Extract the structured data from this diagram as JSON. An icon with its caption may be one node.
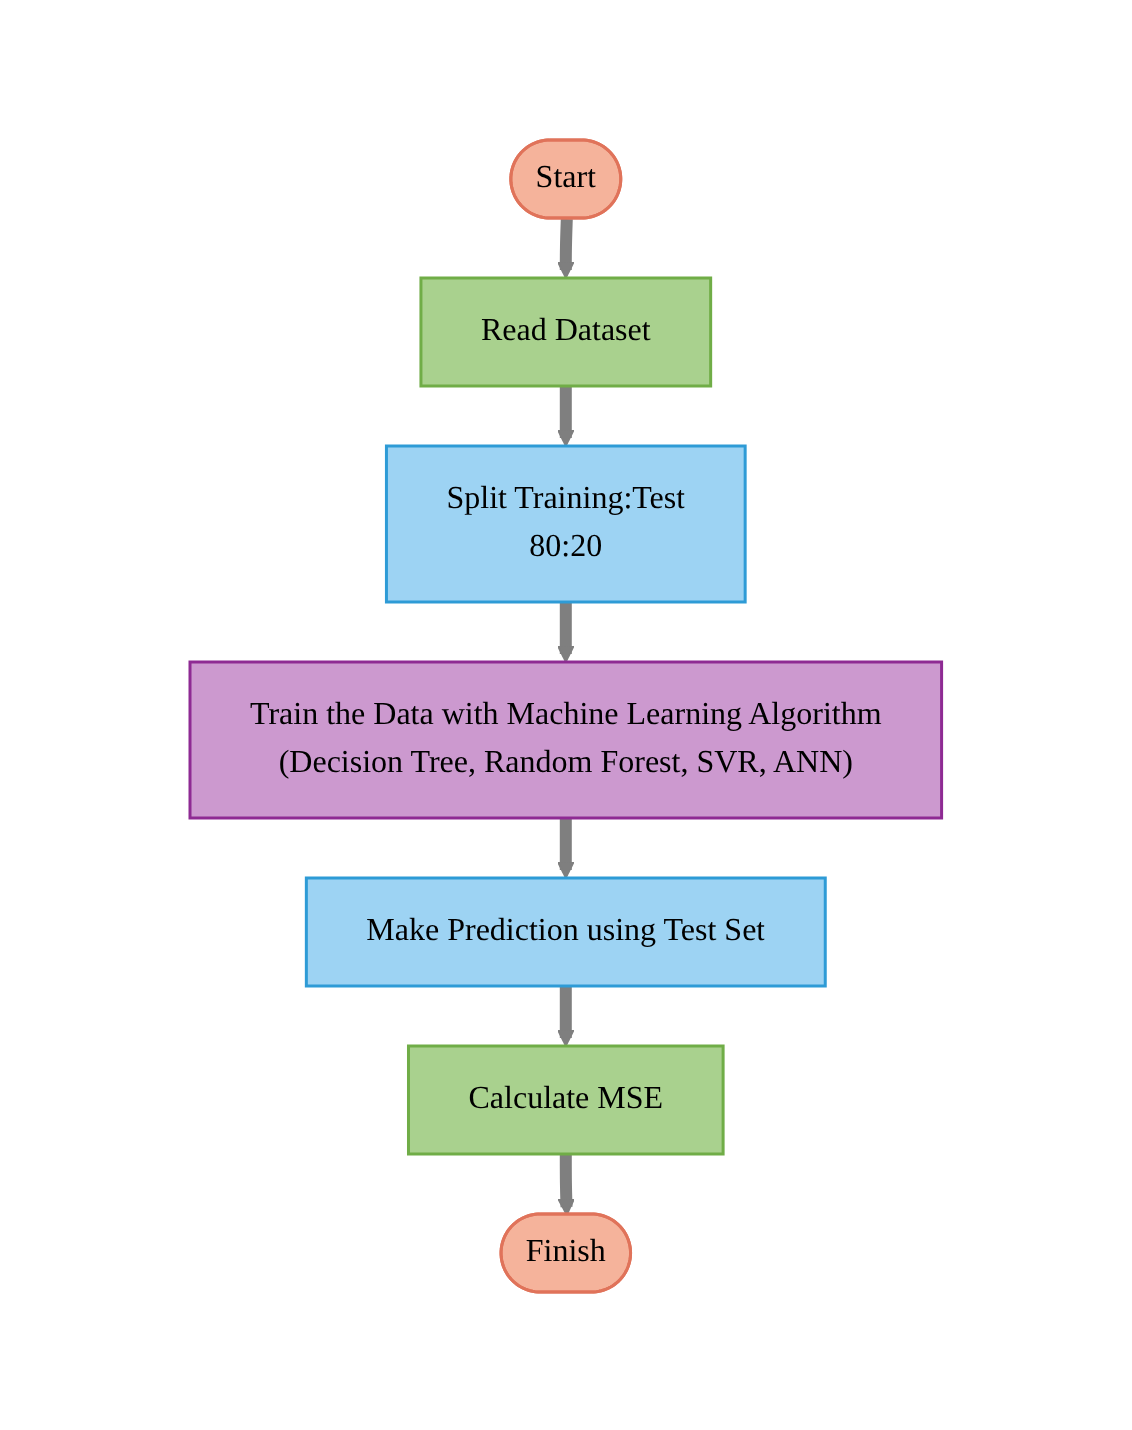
{
  "diagram": {
    "nodes": [
      {
        "text": [
          "Start"
        ]
      },
      {
        "text": [
          "Read Dataset"
        ]
      },
      {
        "text": [
          "Split Training:Test",
          "80:20"
        ]
      },
      {
        "text": [
          "Train the Data with Machine Learning Algorithm",
          "(Decision Tree, Random Forest, SVR, ANN)"
        ]
      },
      {
        "text": [
          "Make Prediction using Test Set"
        ]
      },
      {
        "text": [
          "Calculate MSE"
        ]
      },
      {
        "text": [
          "Finish"
        ]
      }
    ],
    "edges": [
      {
        "from": 0,
        "to": 1,
        "arrow": "to"
      },
      {
        "from": 1,
        "to": 2,
        "arrow": "to"
      },
      {
        "from": 2,
        "to": 3,
        "arrow": "to"
      },
      {
        "from": 3,
        "to": 4,
        "arrow": "to"
      },
      {
        "from": 4,
        "to": 5,
        "arrow": "to"
      },
      {
        "from": 5,
        "to": 6,
        "arrow": "to"
      }
    ]
  }
}
